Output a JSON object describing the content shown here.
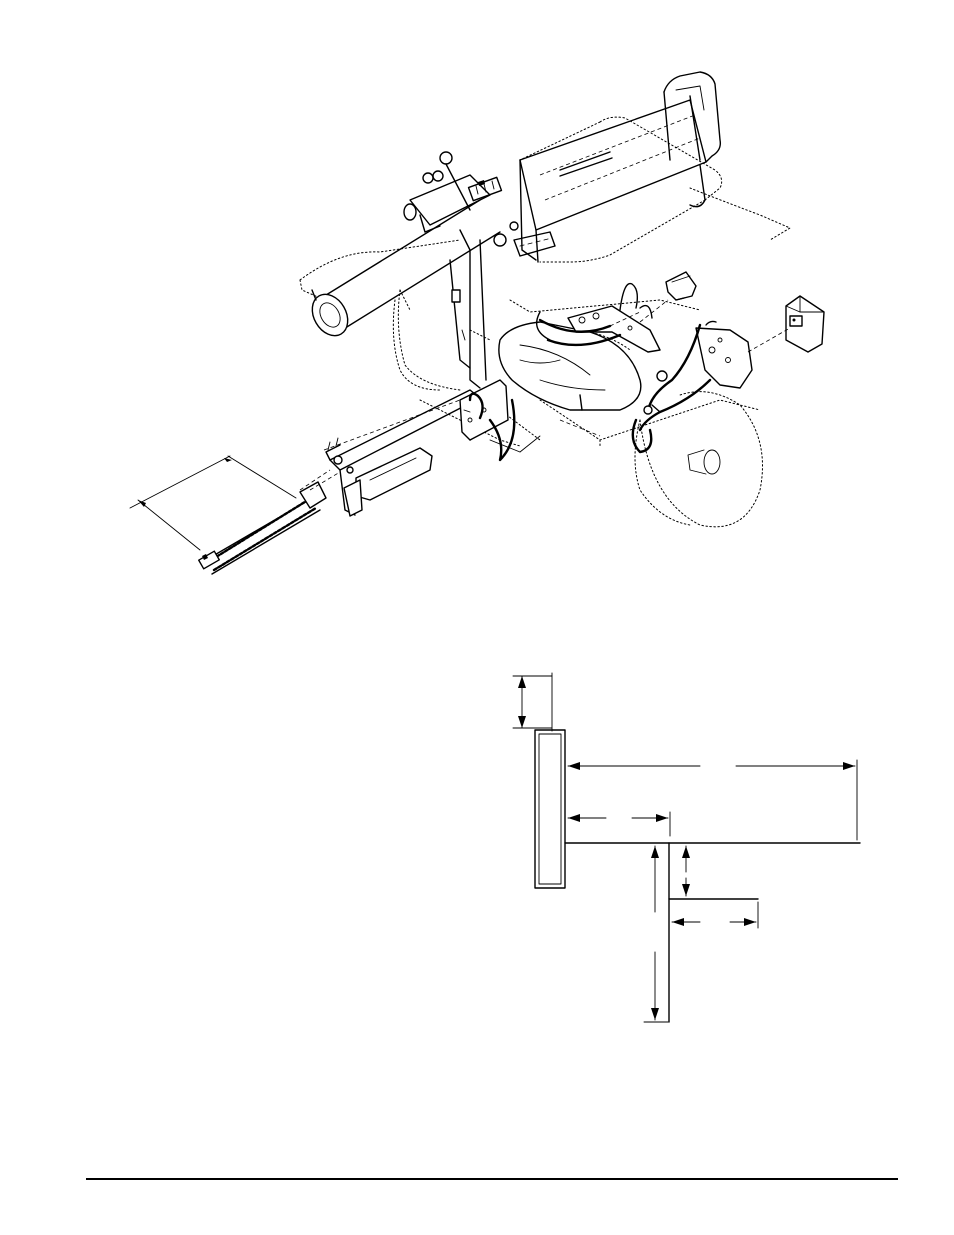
{
  "figures": [
    {
      "id": "wiring-harness-assembly",
      "icons": [
        "log-splitter-exploded-illustration"
      ]
    },
    {
      "id": "light-mounting-dimension-diagram",
      "icons": [
        "dimension-drawing"
      ]
    }
  ],
  "footer": {
    "rule": true
  }
}
